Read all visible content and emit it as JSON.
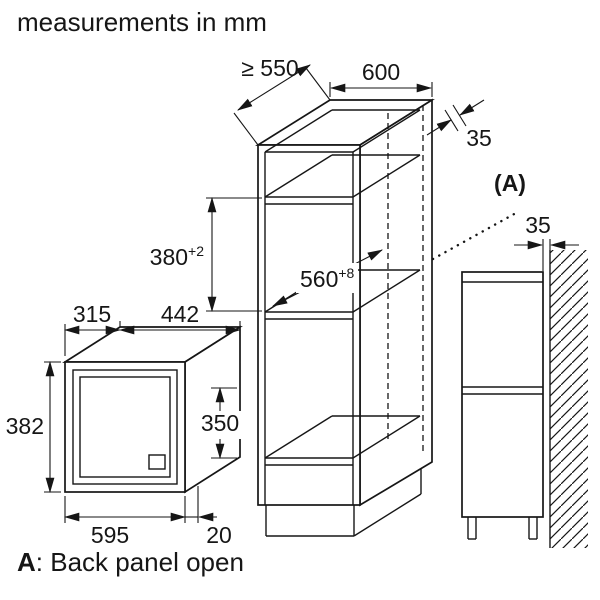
{
  "title": "measurements in mm",
  "legend": {
    "key": "A",
    "text": ": Back panel open"
  },
  "cabinet": {
    "depth_min": "≥ 550",
    "width": "600",
    "rear_gap_top": "35",
    "niche_height": "380",
    "niche_height_tolerance": "+2",
    "niche_width": "560",
    "niche_width_tolerance": "+8",
    "back_panel_ref": "(A)"
  },
  "microwave": {
    "depth": "315",
    "body_width": "442",
    "front_height": "382",
    "body_height": "350",
    "front_width": "595",
    "front_overhang": "20"
  },
  "side_view": {
    "wall_gap": "35"
  }
}
